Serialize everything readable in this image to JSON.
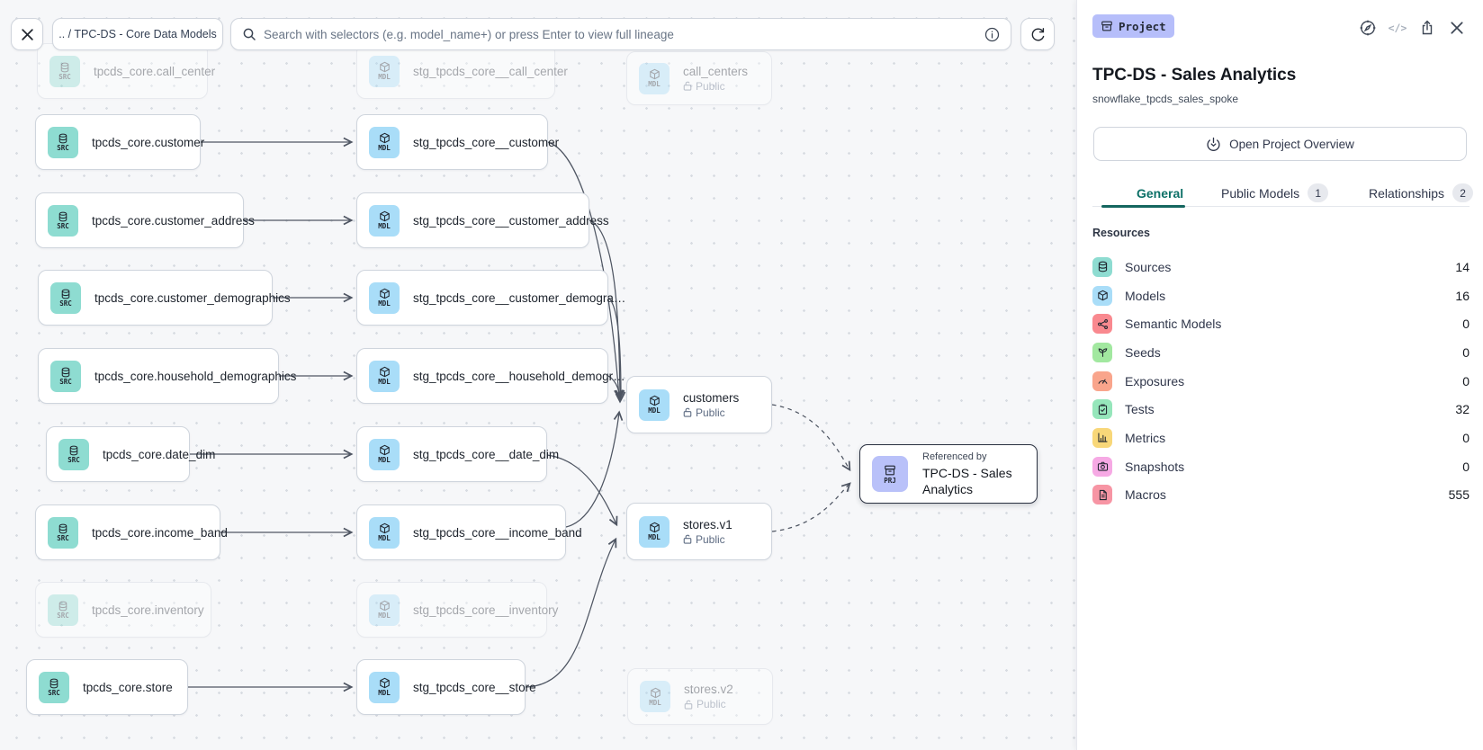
{
  "toolbar": {
    "breadcrumb": ".. / TPC-DS - Core Data Models",
    "search_placeholder": "Search with selectors (e.g. model_name+) or press Enter to view full lineage"
  },
  "panel": {
    "type_badge": "Project",
    "code_icon_label": "</>",
    "title": "TPC-DS - Sales Analytics",
    "subtitle": "snowflake_tpcds_sales_spoke",
    "overview_button": "Open Project Overview",
    "tabs": [
      {
        "label": "General",
        "active": true
      },
      {
        "label": "Public Models",
        "badge": "1"
      },
      {
        "label": "Relationships",
        "badge": "2"
      }
    ],
    "resources_heading": "Resources",
    "resources": [
      {
        "label": "Sources",
        "count": "14",
        "color": "#8edcd1"
      },
      {
        "label": "Models",
        "count": "16",
        "color": "#a9ddf8"
      },
      {
        "label": "Semantic Models",
        "count": "0",
        "color": "#f9898f"
      },
      {
        "label": "Seeds",
        "count": "0",
        "color": "#a2e8a0"
      },
      {
        "label": "Exposures",
        "count": "0",
        "color": "#f9a58c"
      },
      {
        "label": "Tests",
        "count": "32",
        "color": "#96e6bb"
      },
      {
        "label": "Metrics",
        "count": "0",
        "color": "#f8d779"
      },
      {
        "label": "Snapshots",
        "count": "0",
        "color": "#f6a9e4"
      },
      {
        "label": "Macros",
        "count": "555",
        "color": "#f795a4"
      }
    ]
  },
  "graph": {
    "badges": {
      "source": "SRC",
      "model": "MDL",
      "project": "PRJ"
    },
    "access_label": "Public",
    "src_nodes": [
      {
        "label": "tpcds_core.call_center"
      },
      {
        "label": "tpcds_core.customer"
      },
      {
        "label": "tpcds_core.customer_address"
      },
      {
        "label": "tpcds_core.customer_demographics"
      },
      {
        "label": "tpcds_core.household_demographics"
      },
      {
        "label": "tpcds_core.date_dim"
      },
      {
        "label": "tpcds_core.income_band"
      },
      {
        "label": "tpcds_core.inventory"
      },
      {
        "label": "tpcds_core.store"
      }
    ],
    "stg_nodes": [
      {
        "label": "stg_tpcds_core__call_center"
      },
      {
        "label": "stg_tpcds_core__customer"
      },
      {
        "label": "stg_tpcds_core__customer_address"
      },
      {
        "label": "stg_tpcds_core__customer_demogra…"
      },
      {
        "label": "stg_tpcds_core__household_demogr…"
      },
      {
        "label": "stg_tpcds_core__date_dim"
      },
      {
        "label": "stg_tpcds_core__income_band"
      },
      {
        "label": "stg_tpcds_core__inventory"
      },
      {
        "label": "stg_tpcds_core__store"
      }
    ],
    "public_nodes": [
      {
        "label": "call_centers",
        "access": "Public"
      },
      {
        "label": "customers",
        "access": "Public"
      },
      {
        "label": "stores.v1",
        "access": "Public"
      },
      {
        "label": "stores.v2",
        "access": "Public"
      }
    ],
    "project_node": {
      "kicker": "Referenced by",
      "label": "TPC-DS - Sales Analytics"
    }
  },
  "colors": {
    "accent_teal": "#0c7067",
    "source_icon_bg": "#8edcd1",
    "model_icon_bg": "#a9ddf8",
    "project_icon_bg": "#b9c1f9",
    "project_badge_bg": "#b6befa"
  }
}
